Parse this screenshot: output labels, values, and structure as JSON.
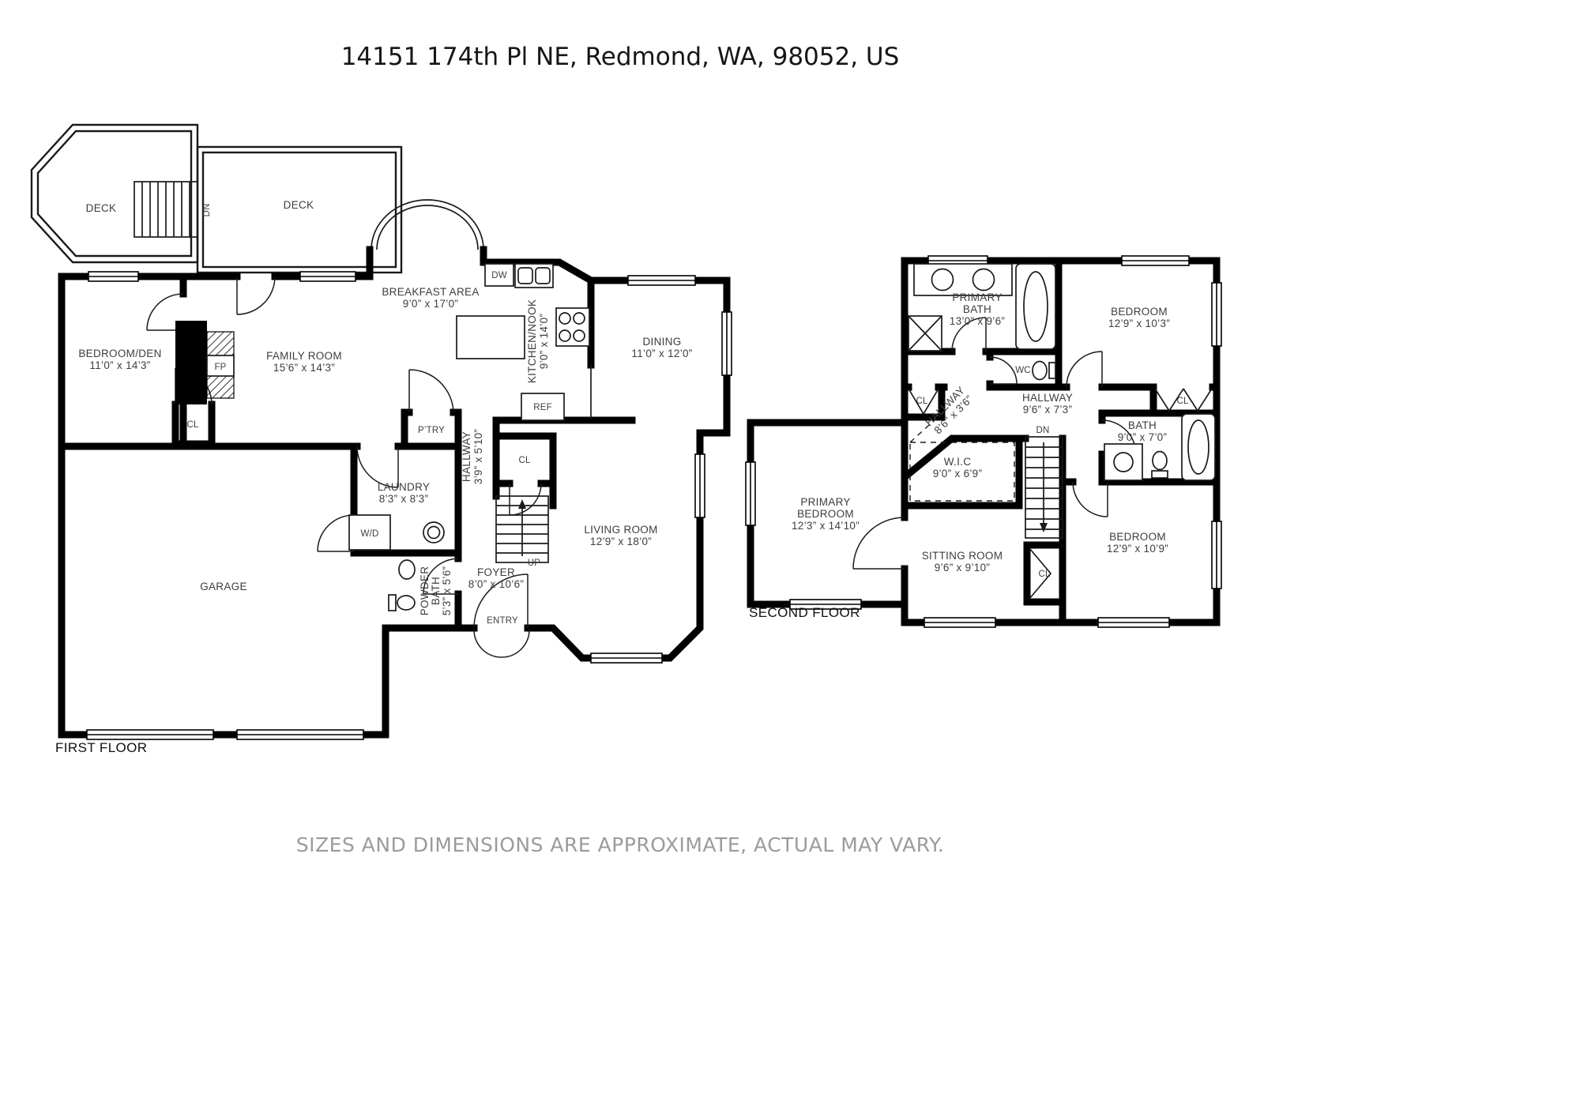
{
  "colors": {
    "wall": "#000000",
    "label": "#3d3d3d",
    "muted_text": "#9b9b9b",
    "background": "#ffffff"
  },
  "title": "14151 174th Pl NE, Redmond, WA, 98052, US",
  "disclaimer": "SIZES AND DIMENSIONS ARE APPROXIMATE, ACTUAL MAY VARY.",
  "first_floor": {
    "floor_label": "FIRST FLOOR",
    "deck_left": "DECK",
    "deck_right": "DECK",
    "deck_stairs_dn": "DN",
    "breakfast_name": "BREAKFAST AREA",
    "breakfast_dims": "9’0” x 17’0”",
    "kitchen_name": "KITCHEN/NOOK",
    "kitchen_dims": "9’0” x 14’0”",
    "dw_label": "DW",
    "dining_name": "DINING",
    "dining_dims": "11’0” x 12’0”",
    "bedroom_den_name": "BEDROOM/DEN",
    "bedroom_den_dims": "11’0” x 14’3”",
    "family_name": "FAMILY ROOM",
    "family_dims": "15’6” x 14’3”",
    "fireplace_label": "FP",
    "bedroom_closet_label": "CL",
    "pantry_label": "P’TRY",
    "fridge_label": "REF",
    "hallway_name": "HALLWAY",
    "hallway_dims": "3’9” x 5’10”",
    "foyer_closet_label": "CL",
    "laundry_name": "LAUNDRY",
    "laundry_dims": "8’3” x 8’3”",
    "washer_dryer_label": "W/D",
    "living_name": "LIVING ROOM",
    "living_dims": "12’9” x 18’0”",
    "foyer_name": "FOYER",
    "foyer_dims": "8’0” x 10’6”",
    "stairs_up": "UP",
    "powder_l1": "POWDER",
    "powder_l2": "BATH",
    "powder_dims": "5’3” x 5’6”",
    "garage_name": "GARAGE",
    "entry_label": "ENTRY"
  },
  "second_floor": {
    "floor_label": "SECOND FLOOR",
    "primary_bath_l1": "PRIMARY",
    "primary_bath_l2": "BATH",
    "primary_bath_dims": "13’0” x 9’6”",
    "bedroom_top_name": "BEDROOM",
    "bedroom_top_dims": "12’9” x 10’3”",
    "wc_label": "WC",
    "closet_left_label": "CL",
    "hallway_diag_name": "HALLWAY",
    "hallway_diag_dims": "8’6” x 3’6”",
    "hallway_name": "HALLWAY",
    "hallway_dims": "9’6” x 7’3”",
    "stairs_dn": "DN",
    "bath_name": "BATH",
    "bath_dims": "9’0” x 7’0”",
    "closet_right_label": "CL",
    "wic_name": "W.I.C",
    "wic_dims": "9’0” x 6’9”",
    "primary_bedroom_l1": "PRIMARY",
    "primary_bedroom_l2": "BEDROOM",
    "primary_bedroom_dims": "12’3” x 14’10”",
    "sitting_name": "SITTING ROOM",
    "sitting_dims": "9’6” x 9’10”",
    "closet_mid_label": "CL",
    "bedroom_bottom_name": "BEDROOM",
    "bedroom_bottom_dims": "12’9” x 10’9”"
  }
}
